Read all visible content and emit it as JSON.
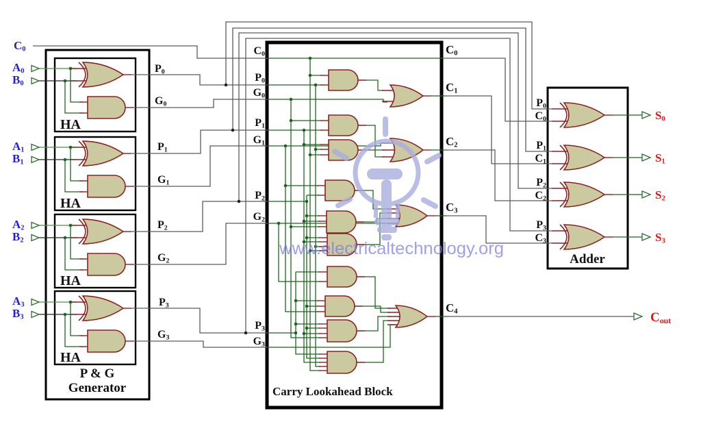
{
  "sig": {
    "c0": {
      "t": "C",
      "s": "0"
    },
    "c1": {
      "t": "C",
      "s": "1"
    },
    "c2": {
      "t": "C",
      "s": "2"
    },
    "c3": {
      "t": "C",
      "s": "3"
    },
    "c4": {
      "t": "C",
      "s": "4"
    },
    "a0": {
      "t": "A",
      "s": "0"
    },
    "a1": {
      "t": "A",
      "s": "1"
    },
    "a2": {
      "t": "A",
      "s": "2"
    },
    "a3": {
      "t": "A",
      "s": "3"
    },
    "b0": {
      "t": "B",
      "s": "0"
    },
    "b1": {
      "t": "B",
      "s": "1"
    },
    "b2": {
      "t": "B",
      "s": "2"
    },
    "b3": {
      "t": "B",
      "s": "3"
    },
    "p0": {
      "t": "P",
      "s": "0"
    },
    "p1": {
      "t": "P",
      "s": "1"
    },
    "p2": {
      "t": "P",
      "s": "2"
    },
    "p3": {
      "t": "P",
      "s": "3"
    },
    "g0": {
      "t": "G",
      "s": "0"
    },
    "g1": {
      "t": "G",
      "s": "1"
    },
    "g2": {
      "t": "G",
      "s": "2"
    },
    "g3": {
      "t": "G",
      "s": "3"
    },
    "s0": {
      "t": "S",
      "s": "0"
    },
    "s1": {
      "t": "S",
      "s": "1"
    },
    "s2": {
      "t": "S",
      "s": "2"
    },
    "s3": {
      "t": "S",
      "s": "3"
    },
    "cout": {
      "t": "C",
      "s": "out"
    }
  },
  "blocks": {
    "ha": "HA",
    "pg1": "P & G",
    "pg2": "Generator",
    "cla": "Carry Lookahead Block",
    "adder": "Adder"
  },
  "watermark": {
    "text": "www.electricaltechnology.org"
  },
  "colors": {
    "wire_green": "#1c651c",
    "wire_light_green": "#4f8f4f",
    "wire_gray": "#5b5b5b",
    "wire_black": "#222222",
    "stub_red": "#8b1e1e",
    "gate_fill": "#cbc9a0",
    "gate_stroke": "#8b2121",
    "box_stroke": "#000000",
    "input_label": "#2323cc",
    "output_label": "#ee1111",
    "plain_label": "#111111",
    "watermark_art": "#a9aede",
    "watermark_text": "#7a7ce0"
  }
}
